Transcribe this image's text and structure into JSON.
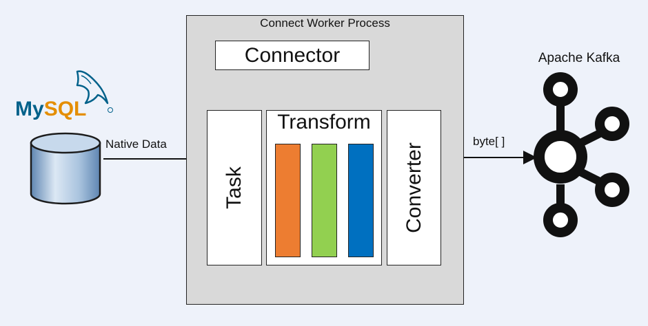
{
  "source": {
    "logo_text": "MySQL",
    "colors": {
      "my": "#00618a",
      "sql": "#e48e00",
      "dolphin": "#00618a",
      "cylinder": "#8fb2d6"
    }
  },
  "edges": {
    "native_data": "Native Data",
    "byte_array": "byte[ ]"
  },
  "worker": {
    "label": "Connect Worker Process",
    "connector": "Connector",
    "task": "Task",
    "transform": "Transform",
    "converter": "Converter",
    "transform_bar_colors": [
      "#ed7d31",
      "#92d050",
      "#0070c0"
    ]
  },
  "kafka": {
    "label": "Apache Kafka",
    "icon": "apache-kafka-logo-icon"
  }
}
